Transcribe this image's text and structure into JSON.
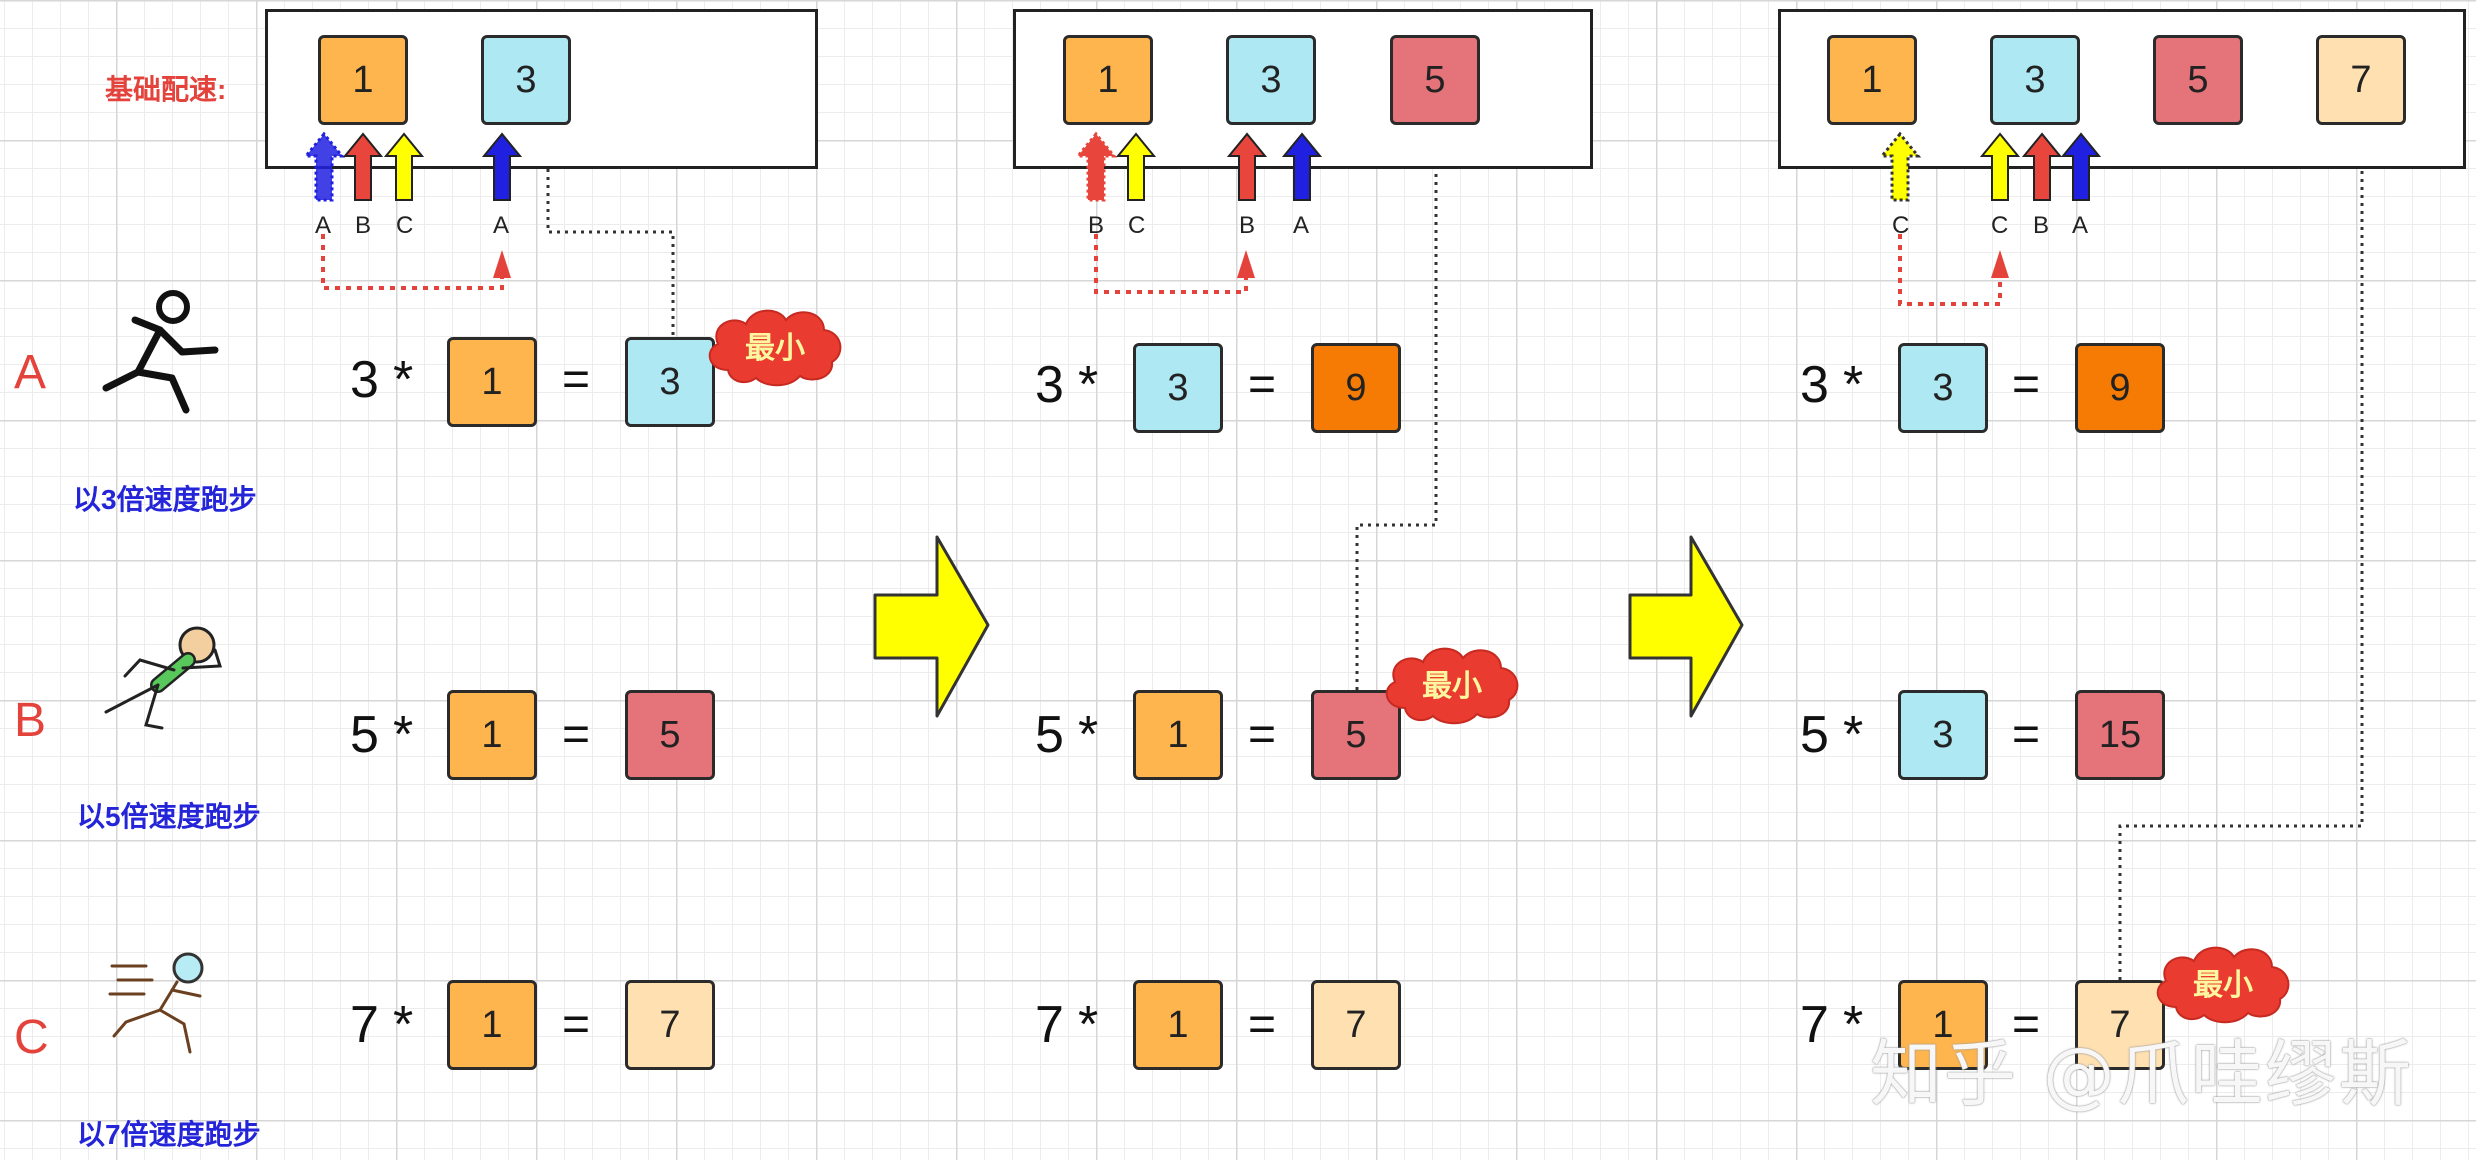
{
  "base_pace_label": "基础配速:",
  "rows": [
    {
      "label": "A",
      "caption": "以3倍速度跑步",
      "multiplier": "3"
    },
    {
      "label": "B",
      "caption": "以5倍速度跑步",
      "multiplier": "5"
    },
    {
      "label": "C",
      "caption": "以7倍速度跑步",
      "multiplier": "7"
    }
  ],
  "operators": {
    "times": "*",
    "equals": "="
  },
  "min_tag": "最小",
  "panels": [
    {
      "base_values": [
        "1",
        "3"
      ],
      "arrow_labels": [
        "A",
        "B",
        "C",
        "A"
      ],
      "equations": [
        {
          "factor": "1",
          "result": "3"
        },
        {
          "factor": "1",
          "result": "5"
        },
        {
          "factor": "1",
          "result": "7"
        }
      ]
    },
    {
      "base_values": [
        "1",
        "3",
        "5"
      ],
      "arrow_labels": [
        "B",
        "C",
        "B",
        "A"
      ],
      "equations": [
        {
          "factor": "3",
          "result": "9"
        },
        {
          "factor": "1",
          "result": "5"
        },
        {
          "factor": "1",
          "result": "7"
        }
      ]
    },
    {
      "base_values": [
        "1",
        "3",
        "5",
        "7"
      ],
      "arrow_labels": [
        "C",
        "C",
        "B",
        "A"
      ],
      "equations": [
        {
          "factor": "3",
          "result": "9"
        },
        {
          "factor": "3",
          "result": "15"
        },
        {
          "factor": "1",
          "result": "7"
        }
      ]
    }
  ],
  "watermark": "知乎 @爪哇缪斯",
  "colors": {
    "orange": "#ffb54d",
    "light_blue": "#aee8f3",
    "red": "#e4737a",
    "peach": "#ffe0b0",
    "dark_orange": "#f57b04",
    "arrow_blue": "#2020e0",
    "arrow_red": "#e8463c",
    "arrow_yellow": "#ffff00",
    "label_red": "#e4433c",
    "caption_blue": "#2424d8"
  }
}
